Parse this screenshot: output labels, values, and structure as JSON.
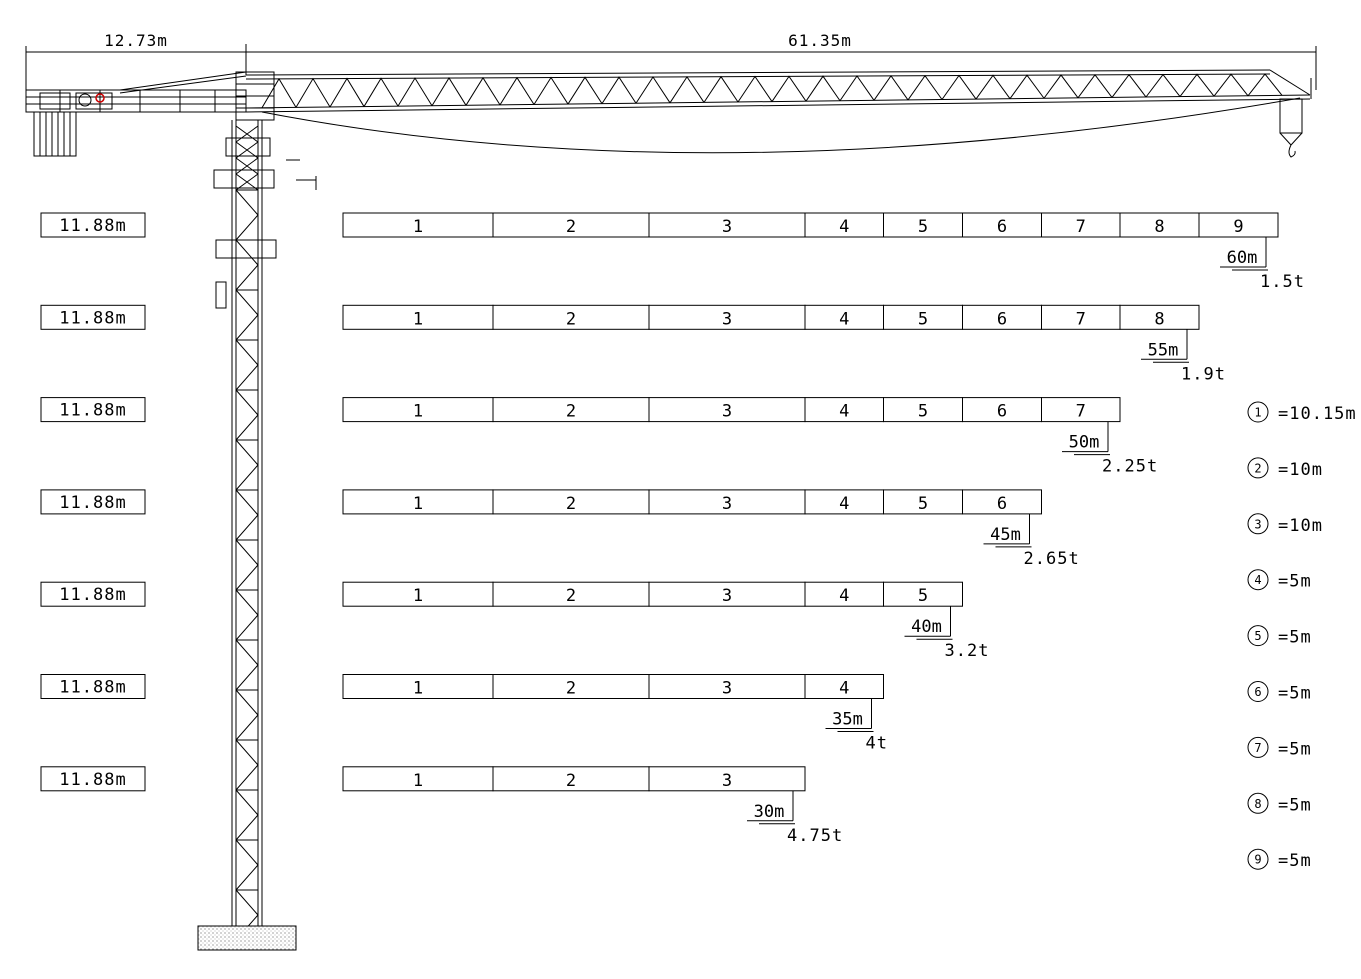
{
  "dimensions": {
    "counter_jib_length": "12.73m",
    "jib_length": "61.35m"
  },
  "load_rows": [
    {
      "counterweight": "11.88m",
      "segments": [
        "1",
        "2",
        "3",
        "4",
        "5",
        "6",
        "7",
        "8",
        "9"
      ],
      "radius": "60m",
      "load": "1.5t"
    },
    {
      "counterweight": "11.88m",
      "segments": [
        "1",
        "2",
        "3",
        "4",
        "5",
        "6",
        "7",
        "8"
      ],
      "radius": "55m",
      "load": "1.9t"
    },
    {
      "counterweight": "11.88m",
      "segments": [
        "1",
        "2",
        "3",
        "4",
        "5",
        "6",
        "7"
      ],
      "radius": "50m",
      "load": "2.25t"
    },
    {
      "counterweight": "11.88m",
      "segments": [
        "1",
        "2",
        "3",
        "4",
        "5",
        "6"
      ],
      "radius": "45m",
      "load": "2.65t"
    },
    {
      "counterweight": "11.88m",
      "segments": [
        "1",
        "2",
        "3",
        "4",
        "5"
      ],
      "radius": "40m",
      "load": "3.2t"
    },
    {
      "counterweight": "11.88m",
      "segments": [
        "1",
        "2",
        "3",
        "4"
      ],
      "radius": "35m",
      "load": "4t"
    },
    {
      "counterweight": "11.88m",
      "segments": [
        "1",
        "2",
        "3"
      ],
      "radius": "30m",
      "load": "4.75t"
    }
  ],
  "segment_legend": [
    {
      "number": "1",
      "length": "=10.15m"
    },
    {
      "number": "2",
      "length": "=10m"
    },
    {
      "number": "3",
      "length": "=10m"
    },
    {
      "number": "4",
      "length": "=5m"
    },
    {
      "number": "5",
      "length": "=5m"
    },
    {
      "number": "6",
      "length": "=5m"
    },
    {
      "number": "7",
      "length": "=5m"
    },
    {
      "number": "8",
      "length": "=5m"
    },
    {
      "number": "9",
      "length": "=5m"
    }
  ]
}
